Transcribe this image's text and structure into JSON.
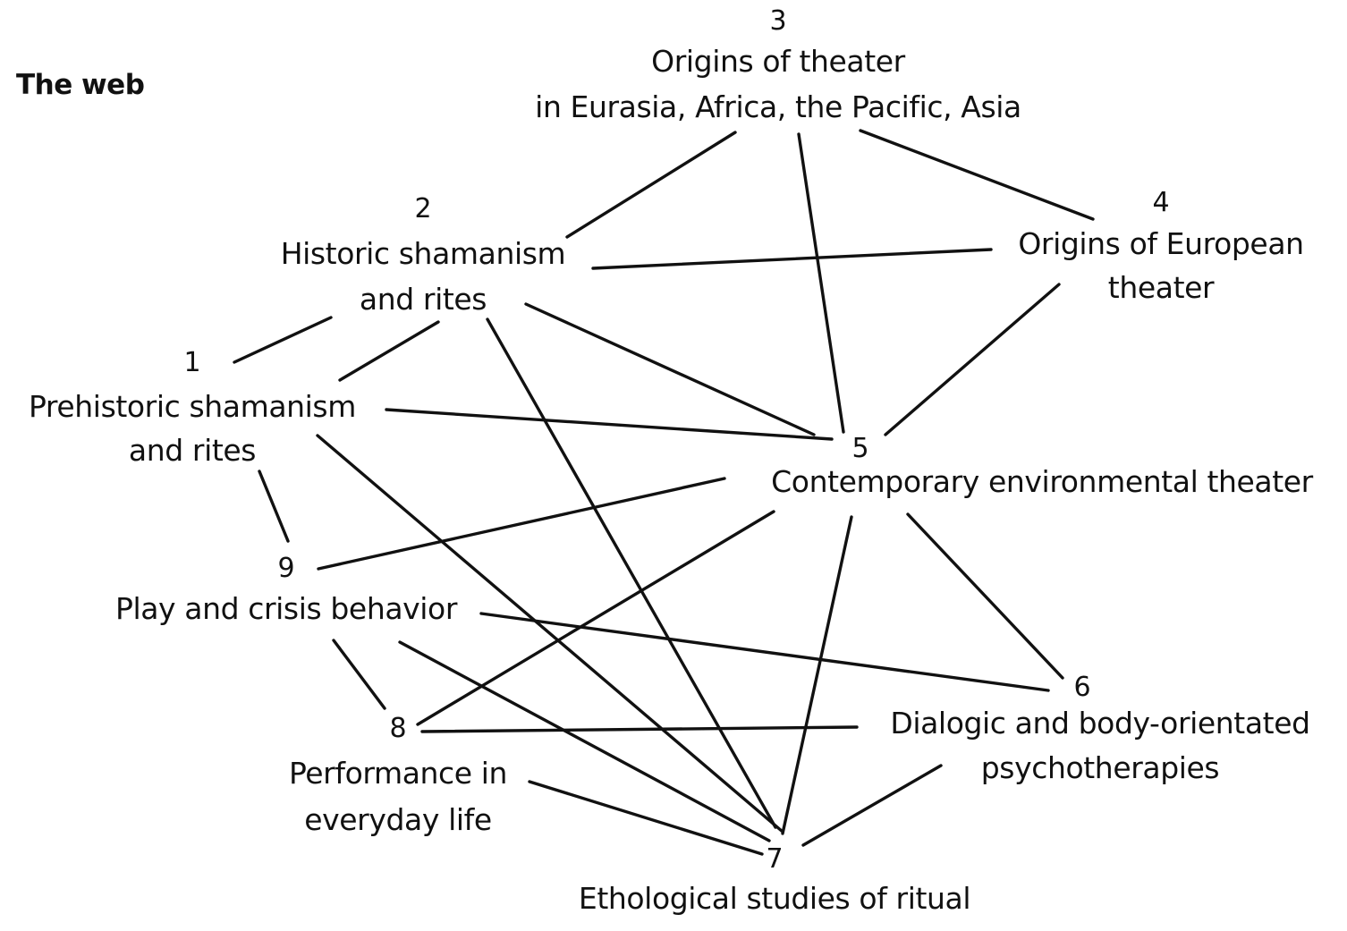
{
  "title": "The web",
  "nodes": [
    {
      "id": "1",
      "number": "1",
      "lines": [
        "Prehistoric shamanism",
        "and rites"
      ]
    },
    {
      "id": "2",
      "number": "2",
      "lines": [
        "Historic shamanism",
        "and rites"
      ]
    },
    {
      "id": "3",
      "number": "3",
      "lines": [
        "Origins of theater",
        "in Eurasia, Africa, the Pacific, Asia"
      ]
    },
    {
      "id": "4",
      "number": "4",
      "lines": [
        "Origins of European",
        "theater"
      ]
    },
    {
      "id": "5",
      "number": "5",
      "lines": [
        "Contemporary environmental theater"
      ]
    },
    {
      "id": "6",
      "number": "6",
      "lines": [
        "Dialogic and body-orientated",
        "psychotherapies"
      ]
    },
    {
      "id": "7",
      "number": "7",
      "lines": [
        "Ethological studies of ritual"
      ]
    },
    {
      "id": "8",
      "number": "8",
      "lines": [
        "Performance in",
        "everyday life"
      ]
    },
    {
      "id": "9",
      "number": "9",
      "lines": [
        "Play and crisis behavior"
      ]
    }
  ],
  "edges": [
    [
      "1",
      "2"
    ],
    [
      "1",
      "2"
    ],
    [
      "1",
      "5"
    ],
    [
      "1",
      "7"
    ],
    [
      "1",
      "9"
    ],
    [
      "2",
      "3"
    ],
    [
      "2",
      "4"
    ],
    [
      "2",
      "5"
    ],
    [
      "2",
      "7"
    ],
    [
      "3",
      "4"
    ],
    [
      "3",
      "5"
    ],
    [
      "4",
      "5"
    ],
    [
      "5",
      "6"
    ],
    [
      "5",
      "7"
    ],
    [
      "5",
      "8"
    ],
    [
      "5",
      "9"
    ],
    [
      "6",
      "7"
    ],
    [
      "6",
      "8"
    ],
    [
      "6",
      "9"
    ],
    [
      "7",
      "8"
    ],
    [
      "7",
      "9"
    ],
    [
      "8",
      "9"
    ]
  ]
}
